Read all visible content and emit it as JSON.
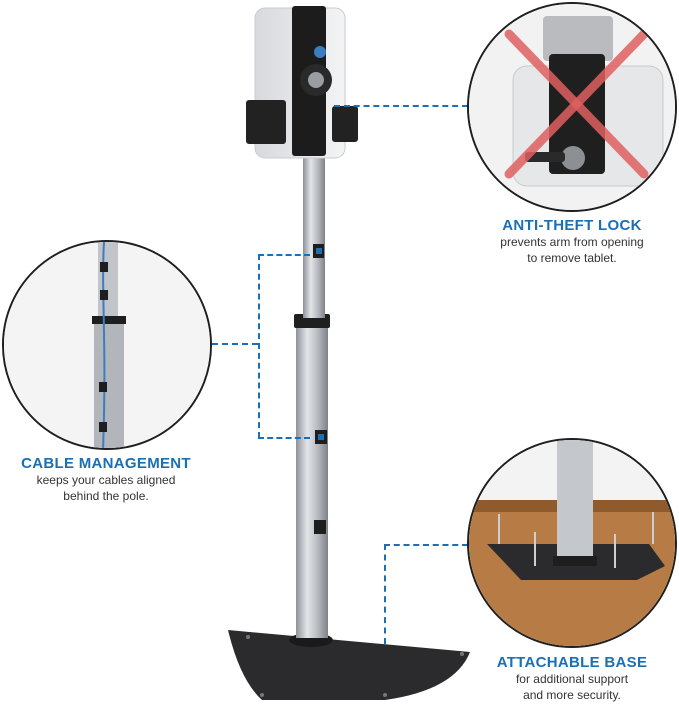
{
  "features": {
    "lock": {
      "title": "ANTI-THEFT LOCK",
      "desc_line1": "prevents arm from opening",
      "desc_line2": "to remove tablet."
    },
    "cable": {
      "title": "CABLE MANAGEMENT",
      "desc_line1": "keeps your cables aligned",
      "desc_line2": "behind the pole."
    },
    "base": {
      "title": "ATTACHABLE BASE",
      "desc_line1": "for additional support",
      "desc_line2": "and more security."
    }
  },
  "colors": {
    "accent": "#1a6fb5",
    "pole": "#b8bcc2",
    "bracket": "#1e1e1e",
    "cross": "#e06060"
  }
}
